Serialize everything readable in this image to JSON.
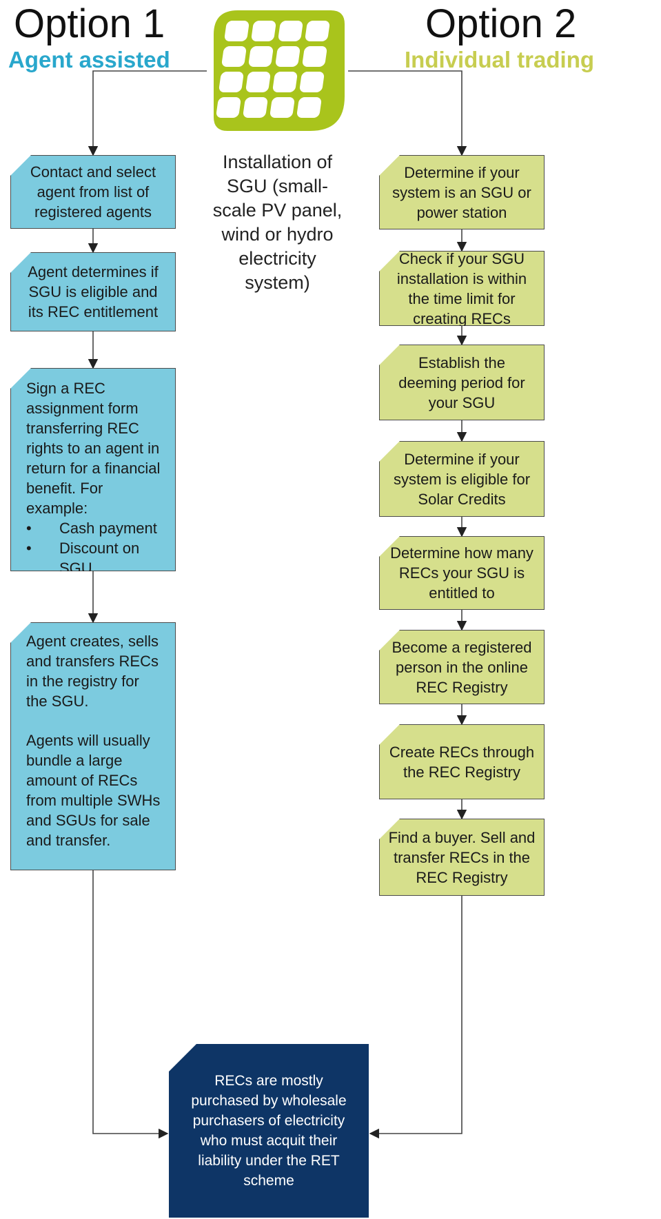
{
  "headings": {
    "option1": "Option 1",
    "option1_sub": "Agent assisted",
    "option2": "Option 2",
    "option2_sub": "Individual trading"
  },
  "colors": {
    "blue_box": "#7ccbdf",
    "green_box": "#d6df8c",
    "dark_box": "#0e3566",
    "logo_green": "#a9c41c",
    "option1_sub": "#29a7cc",
    "option2_sub": "#c7cd50"
  },
  "logo_icon": "solar-panel-icon",
  "center_text": "Installation of SGU (small-scale PV panel, wind or hydro electricity system)",
  "left_steps": [
    "Contact and select agent from list of registered agents",
    "Agent determines if SGU is eligible and its REC entitlement",
    {
      "intro": "Sign a REC assignment form transferring REC rights to an agent in return for a financial benefit. For example:",
      "bullets": [
        "Cash payment",
        "Discount on SGU"
      ]
    },
    {
      "para1": "Agent creates, sells and transfers RECs in the registry for the SGU.",
      "para2": "Agents will usually bundle a large amount of RECs from multiple SWHs and SGUs for sale and transfer."
    }
  ],
  "right_steps": [
    "Determine if your system is an SGU or power station",
    "Check if your SGU installation is within the time limit for creating RECs",
    "Establish the deeming period for your SGU",
    "Determine if your system is eligible for Solar Credits",
    "Determine how many RECs your SGU is entitled to",
    "Become a registered person in the online REC Registry",
    "Create RECs through the REC Registry",
    "Find a buyer. Sell and transfer RECs in the REC Registry"
  ],
  "final_box": "RECs are mostly purchased by wholesale purchasers of electricity who must acquit their liability under the RET scheme"
}
